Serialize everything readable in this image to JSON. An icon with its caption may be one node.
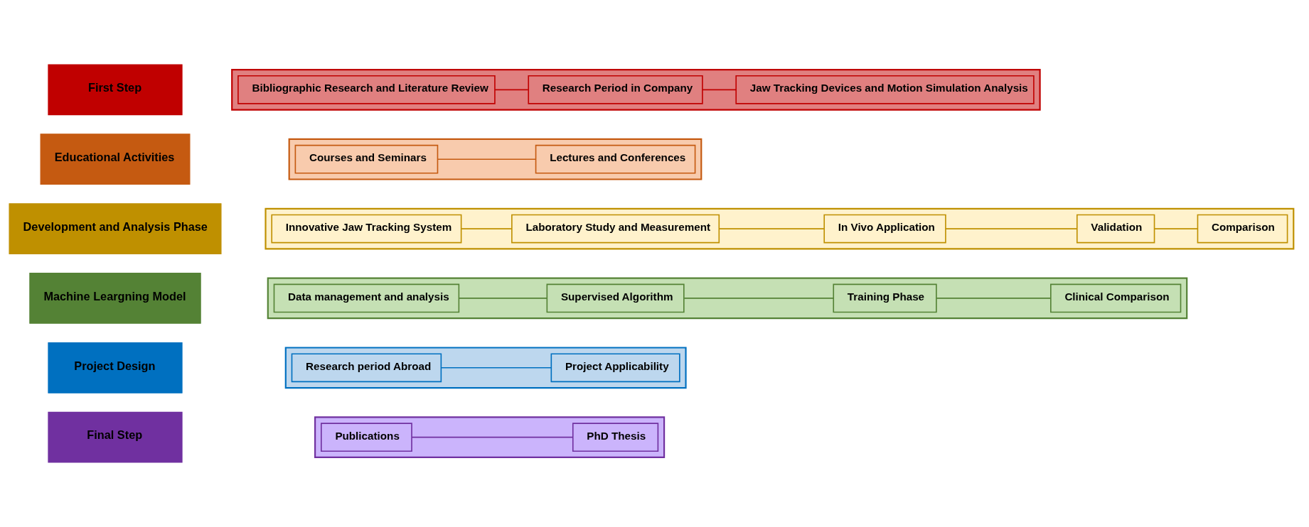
{
  "diagram": {
    "nodes": [
      {
        "text": [
          "First Step"
        ]
      },
      {
        "text": [],
        "shape": "box"
      },
      {
        "text": [
          "Bibliographic Research and Literature Review"
        ],
        "in": 1
      },
      {
        "text": [
          "Research Period in Company"
        ],
        "in": 1
      },
      {
        "text": [
          "Jaw Tracking Devices and Motion Simulation Analysis"
        ],
        "in": 1
      },
      {
        "text": [
          "Educational Activities"
        ]
      },
      {
        "text": [],
        "shape": "box"
      },
      {
        "text": [
          "Courses and Seminars"
        ],
        "in": 6
      },
      {
        "text": [
          "Lectures and Conferences"
        ],
        "in": 6
      },
      {
        "text": [
          "Development and Analysis Phase"
        ]
      },
      {
        "text": [],
        "shape": "box"
      },
      {
        "text": [
          "Innovative Jaw Tracking System"
        ],
        "in": 10
      },
      {
        "text": [
          "Laboratory Study and Measurement"
        ],
        "in": 10
      },
      {
        "text": [
          "In Vivo Application"
        ],
        "in": 10
      },
      {
        "text": [
          "Validation"
        ],
        "in": 10
      },
      {
        "text": [
          "Comparison"
        ],
        "in": 10
      },
      {
        "text": [
          "Machine Leargning Model"
        ]
      },
      {
        "text": [],
        "shape": "box"
      },
      {
        "text": [
          "Data management and analysis"
        ],
        "in": 17
      },
      {
        "text": [
          "Supervised Algorithm"
        ],
        "in": 17
      },
      {
        "text": [
          "Training Phase"
        ],
        "in": 17
      },
      {
        "text": [
          "Clinical Comparison"
        ],
        "in": 17
      },
      {
        "text": [
          "Project Design"
        ]
      },
      {
        "text": [],
        "shape": "box"
      },
      {
        "text": [
          "Research period Abroad"
        ],
        "in": 23
      },
      {
        "text": [
          "Project Applicability"
        ],
        "in": 23
      },
      {
        "text": [
          "Final Step"
        ]
      },
      {
        "text": [],
        "shape": "box"
      },
      {
        "text": [
          "Publications"
        ],
        "in": 27
      },
      {
        "text": [
          "PhD Thesis"
        ],
        "in": 27
      }
    ],
    "edges": [
      {
        "from": 2,
        "to": 3,
        "arrow": "none",
        "color": "#c00000"
      },
      {
        "from": 3,
        "to": 4,
        "arrow": "none",
        "color": "#c00000"
      },
      {
        "from": 7,
        "to": 8,
        "arrow": "none",
        "color": "#c55a11"
      },
      {
        "from": 11,
        "to": 12,
        "arrow": "none",
        "color": "#bf9000"
      },
      {
        "from": 12,
        "to": 13,
        "arrow": "none",
        "color": "#bf9000"
      },
      {
        "from": 13,
        "to": 14,
        "arrow": "none",
        "color": "#bf9000"
      },
      {
        "from": 14,
        "to": 15,
        "arrow": "none",
        "color": "#bf9000"
      },
      {
        "from": 18,
        "to": 19,
        "arrow": "none",
        "color": "#548235"
      },
      {
        "from": 19,
        "to": 20,
        "arrow": "none",
        "color": "#548235"
      },
      {
        "from": 20,
        "to": 21,
        "arrow": "none",
        "color": "#548235"
      },
      {
        "from": 24,
        "to": 25,
        "arrow": "none",
        "color": "#0070c0"
      },
      {
        "from": 28,
        "to": 29,
        "arrow": "none",
        "color": "#7030a0"
      }
    ]
  }
}
